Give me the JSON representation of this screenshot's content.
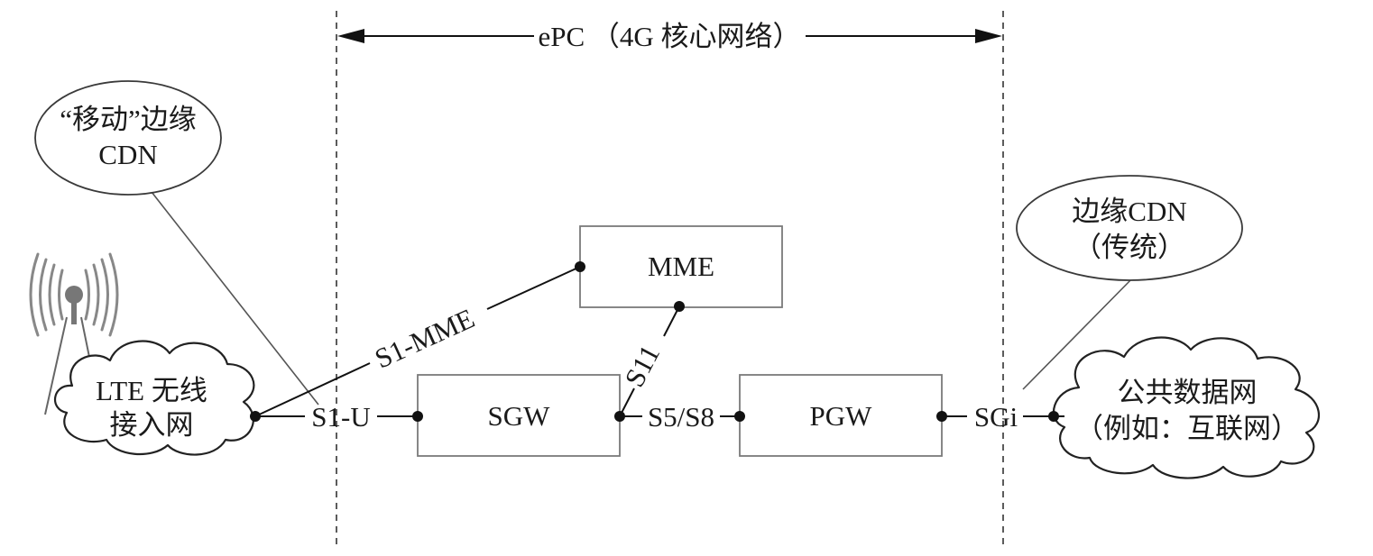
{
  "epc_span": {
    "label": "ePC （4G 核心网络）"
  },
  "mobile_edge_cdn": {
    "line1": "“移动”边缘",
    "line2": "CDN"
  },
  "traditional_edge_cdn": {
    "line1": "边缘CDN",
    "line2": "（传统）"
  },
  "nodes": {
    "mme": "MME",
    "sgw": "SGW",
    "pgw": "PGW",
    "lte": {
      "line1": "LTE 无线",
      "line2": "接入网"
    },
    "pdn": {
      "line1": "公共数据网",
      "line2": "（例如：互联网）"
    }
  },
  "interfaces": {
    "s1_mme": "S1-MME",
    "s1_u": "S1-U",
    "s11": "S11",
    "s5_s8": "S5/S8",
    "sgi": "SGi"
  }
}
